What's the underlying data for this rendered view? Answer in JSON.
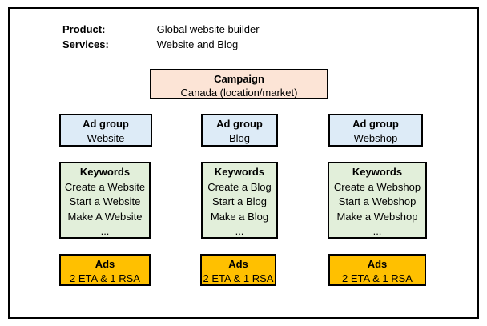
{
  "page": {
    "info": {
      "rows": [
        {
          "label": "Product:",
          "value": "Global website builder"
        },
        {
          "label": "Services:",
          "value": "Website and Blog"
        }
      ]
    },
    "campaign": {
      "title": "Campaign",
      "subtitle": "Canada (location/market)"
    },
    "columns": [
      {
        "ad_group": {
          "title": "Ad group",
          "name": "Website"
        },
        "keywords": {
          "title": "Keywords",
          "items": [
            "Create a Website",
            "Start a Website",
            "Make A Website",
            "..."
          ]
        },
        "ads": {
          "title": "Ads",
          "value": "2 ETA & 1 RSA"
        }
      },
      {
        "ad_group": {
          "title": "Ad group",
          "name": "Blog"
        },
        "keywords": {
          "title": "Keywords",
          "items": [
            "Create a Blog",
            "Start a Blog",
            "Make a Blog",
            "..."
          ]
        },
        "ads": {
          "title": "Ads",
          "value": "2 ETA & 1 RSA"
        }
      },
      {
        "ad_group": {
          "title": "Ad group",
          "name": "Webshop"
        },
        "keywords": {
          "title": "Keywords",
          "items": [
            "Create a Webshop",
            "Start a Webshop",
            "Make a Webshop",
            "..."
          ]
        },
        "ads": {
          "title": "Ads",
          "value": "2 ETA & 1 RSA"
        }
      }
    ],
    "colors": {
      "campaign_fill": "#FCE4D6",
      "ad_group_fill": "#DDEBF7",
      "keywords_fill": "#E2EFDA",
      "ads_fill": "#FFC000",
      "border": "#000000"
    }
  }
}
